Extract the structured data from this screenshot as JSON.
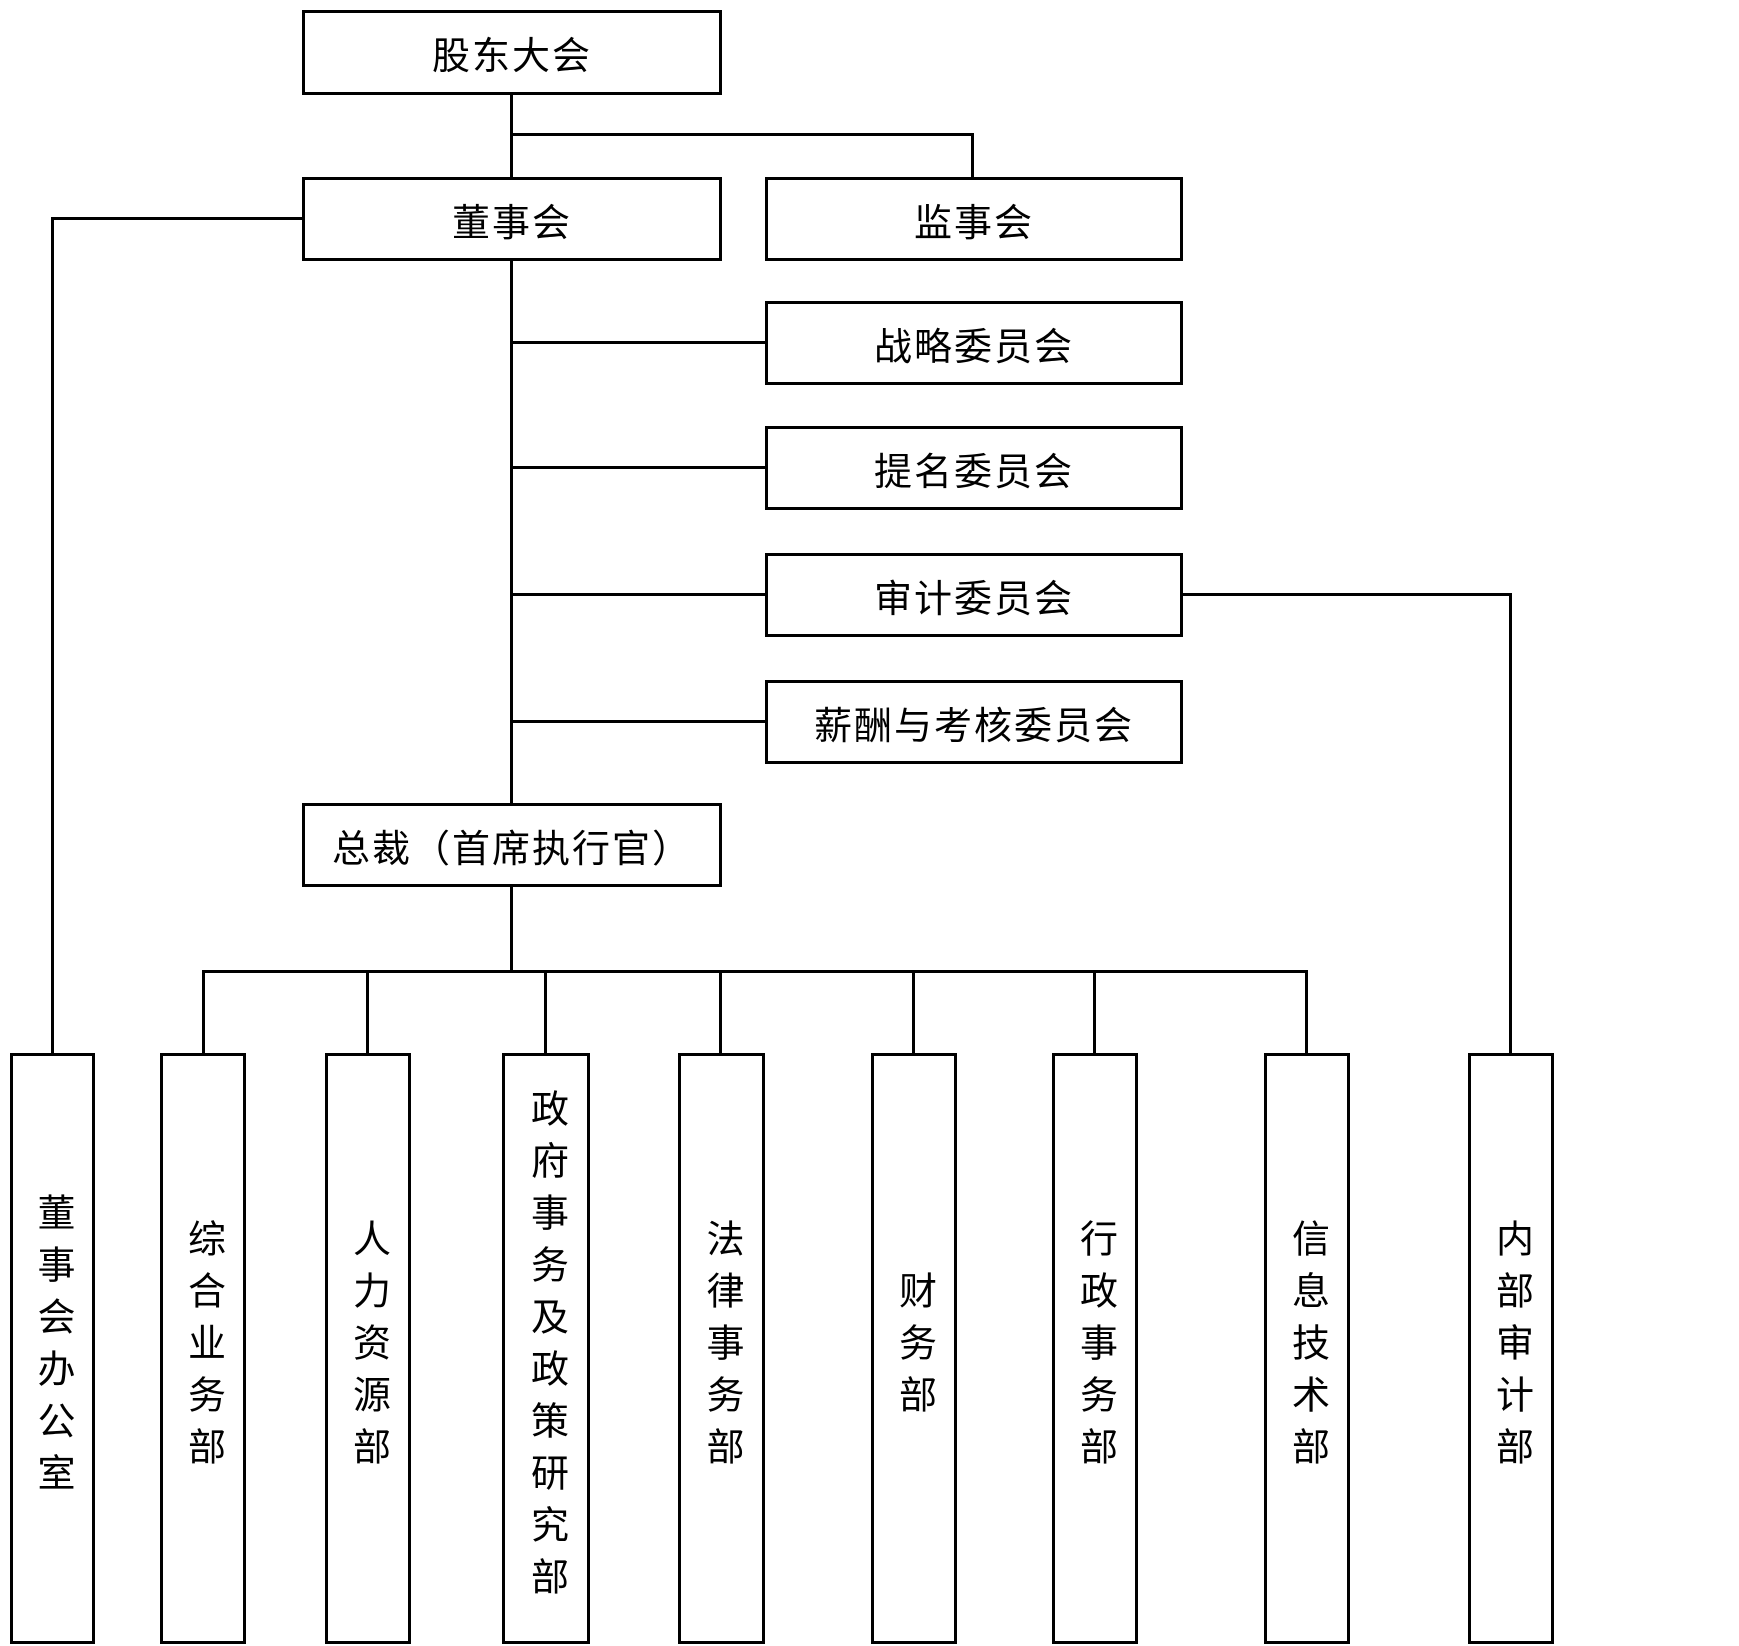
{
  "org_chart": {
    "shareholders_meeting": "股东大会",
    "board_of_directors": "董事会",
    "supervisory_board": "监事会",
    "strategy_committee": "战略委员会",
    "nomination_committee": "提名委员会",
    "audit_committee": "审计委员会",
    "remuneration_committee": "薪酬与考核委员会",
    "ceo": "总裁（首席执行官）",
    "departments": {
      "board_office": "董事会办公室",
      "general_business": "综合业务部",
      "human_resources": "人力资源部",
      "gov_affairs_policy": "政府事务及政策研究部",
      "legal_affairs": "法律事务部",
      "finance": "财务部",
      "admin_affairs": "行政事务部",
      "information_technology": "信息技术部",
      "internal_audit": "内部审计部"
    },
    "colors": {
      "line": "#000000",
      "box_background": "#ffffff",
      "text": "#000000"
    }
  }
}
